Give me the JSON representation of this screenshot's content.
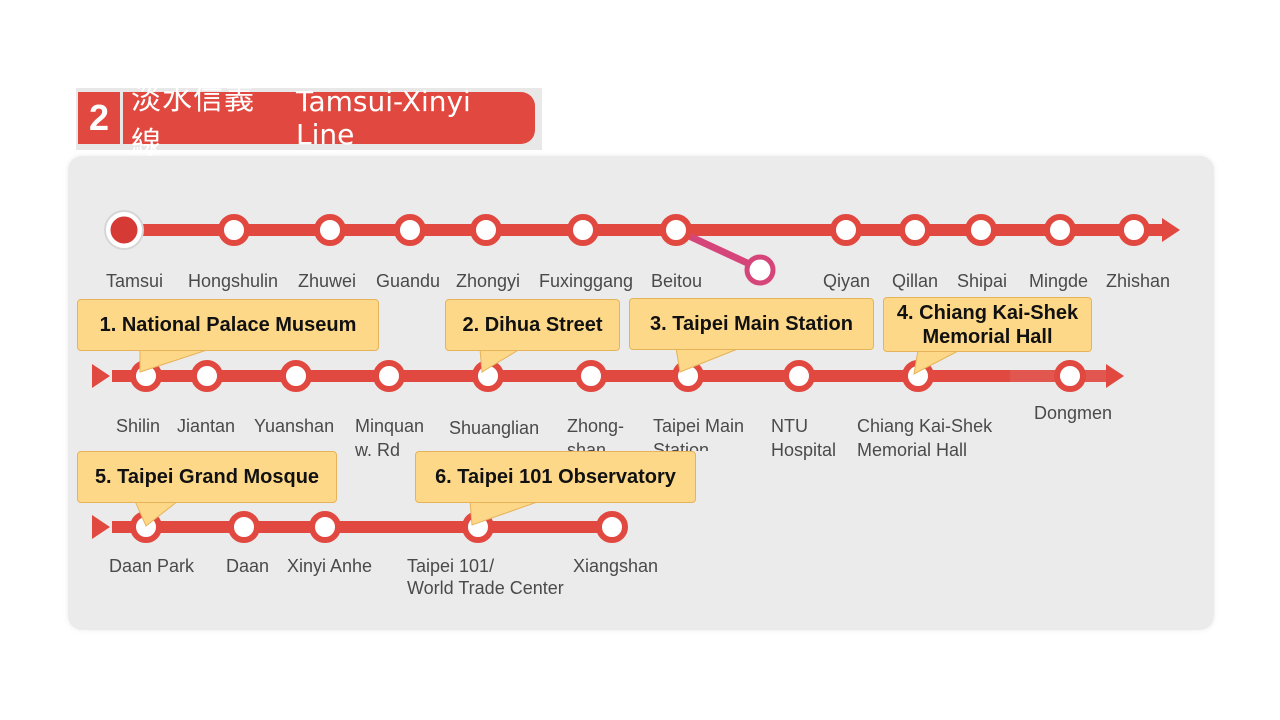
{
  "line": {
    "number": "2",
    "name_cn": "淡水信義線",
    "name_en": "Tamsui-Xinyi  Line",
    "color": "#e1483f"
  },
  "rows": [
    [
      "Tamsui",
      "Hongshulin",
      "Zhuwei",
      "Guandu",
      "Zhongyi",
      "Fuxinggang",
      "Beitou",
      "Qiyan",
      "Qillan",
      "Shipai",
      "Mingde",
      "Zhishan"
    ],
    [
      "Shilin",
      "Jiantan",
      "Yuanshan",
      "Minquan w. Rd",
      "Shuanglian",
      "Zhong-shan",
      "Taipei Main Station",
      "NTU Hospital",
      "Chiang Kai-Shek Memorial Hall",
      "Dongmen"
    ],
    [
      "Daan Park",
      "Daan",
      "Xinyi Anhe",
      "Taipei 101/ World Trade Center",
      "Xiangshan"
    ]
  ],
  "labels": {
    "tamsui": "Tamsui",
    "hongshulin": "Hongshulin",
    "zhuwei": "Zhuwei",
    "guandu": "Guandu",
    "zhongyi": "Zhongyi",
    "fuxinggang": "Fuxinggang",
    "beitou": "Beitou",
    "qiyan": "Qiyan",
    "qillan": "Qillan",
    "shipai": "Shipai",
    "mingde": "Mingde",
    "zhishan": "Zhishan",
    "shilin": "Shilin",
    "jiantan": "Jiantan",
    "yuanshan": "Yuanshan",
    "minquan_1": "Minquan",
    "minquan_2": "w. Rd",
    "shuanglian": "Shuanglian",
    "zhongshan_1": "Zhong-",
    "zhongshan_2": "shan",
    "taipei_main_1": "Taipei Main",
    "taipei_main_2": "Station",
    "ntu_1": "NTU",
    "ntu_2": "Hospital",
    "cks_1": "Chiang Kai-Shek",
    "cks_2": "Memorial Hall",
    "dongmen": "Dongmen",
    "daan_park": "Daan Park",
    "daan": "Daan",
    "xinyi_anhe": "Xinyi Anhe",
    "taipei101_1": "Taipei 101/",
    "taipei101_2": "World Trade Center",
    "xiangshan": "Xiangshan"
  },
  "callouts": {
    "c1": "1. National Palace Museum",
    "c2": "2. Dihua Street",
    "c3": "3. Taipei Main Station",
    "c4_1": "4. Chiang Kai-Shek",
    "c4_2": "Memorial Hall",
    "c5": "5. Taipei Grand Mosque",
    "c6": "6. Taipei 101 Observatory"
  },
  "colors": {
    "line": "#e1483f",
    "branch": "#d6457a",
    "callout_fill": "#fdd888",
    "panel": "#ebebeb"
  }
}
